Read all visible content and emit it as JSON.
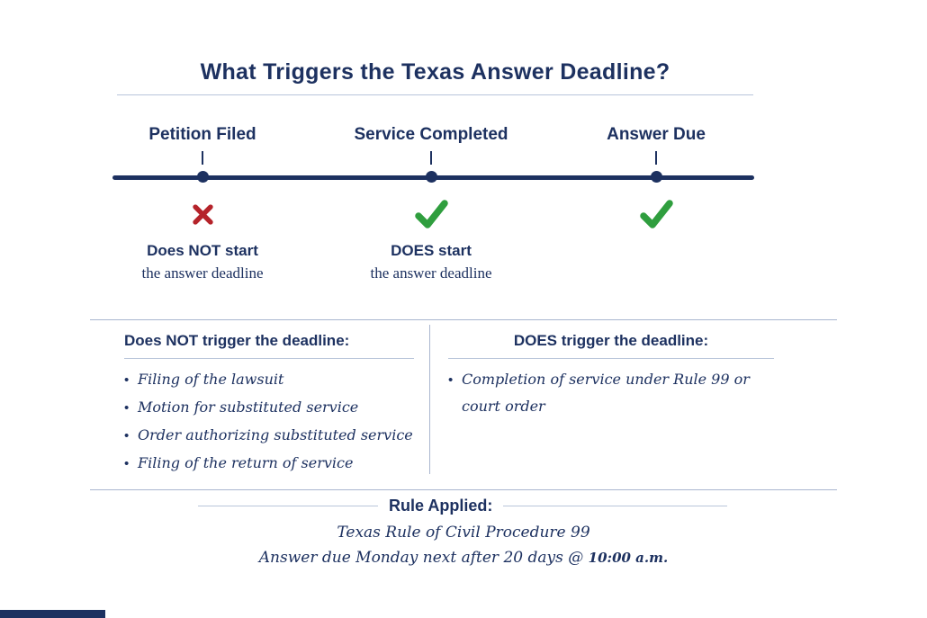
{
  "title": "What Triggers the Texas Answer Deadline?",
  "colors": {
    "navy": "#1d3160",
    "red": "#b5232a",
    "green": "#2f9e3e",
    "divider": "#a9b6cf"
  },
  "timeline": {
    "milestones": [
      {
        "label": "Petition Filed",
        "marker": "cross",
        "note_bold": "Does NOT start",
        "note_rest": "the answer deadline"
      },
      {
        "label": "Service Completed",
        "marker": "check",
        "note_bold": "DOES start",
        "note_rest": "the answer deadline"
      },
      {
        "label": "Answer Due",
        "marker": "check",
        "note_bold": "",
        "note_rest": ""
      }
    ]
  },
  "columns": {
    "left": {
      "heading": "Does NOT trigger the deadline:",
      "bullet": "•",
      "items": [
        "Filing of the lawsuit",
        "Motion for substituted service",
        "Order authorizing substituted service",
        "Filing of the return of service"
      ]
    },
    "right": {
      "heading": "DOES trigger the deadline:",
      "bullet": "•",
      "items": [
        "Completion of service under Rule 99 or court order"
      ]
    }
  },
  "footer": {
    "rule_applied_label": "Rule Applied:",
    "line1": "Texas Rule of Civil Procedure 99",
    "line2_prefix": "Answer due Monday next after 20 days @ ",
    "line2_time": "10:00 a.m."
  }
}
